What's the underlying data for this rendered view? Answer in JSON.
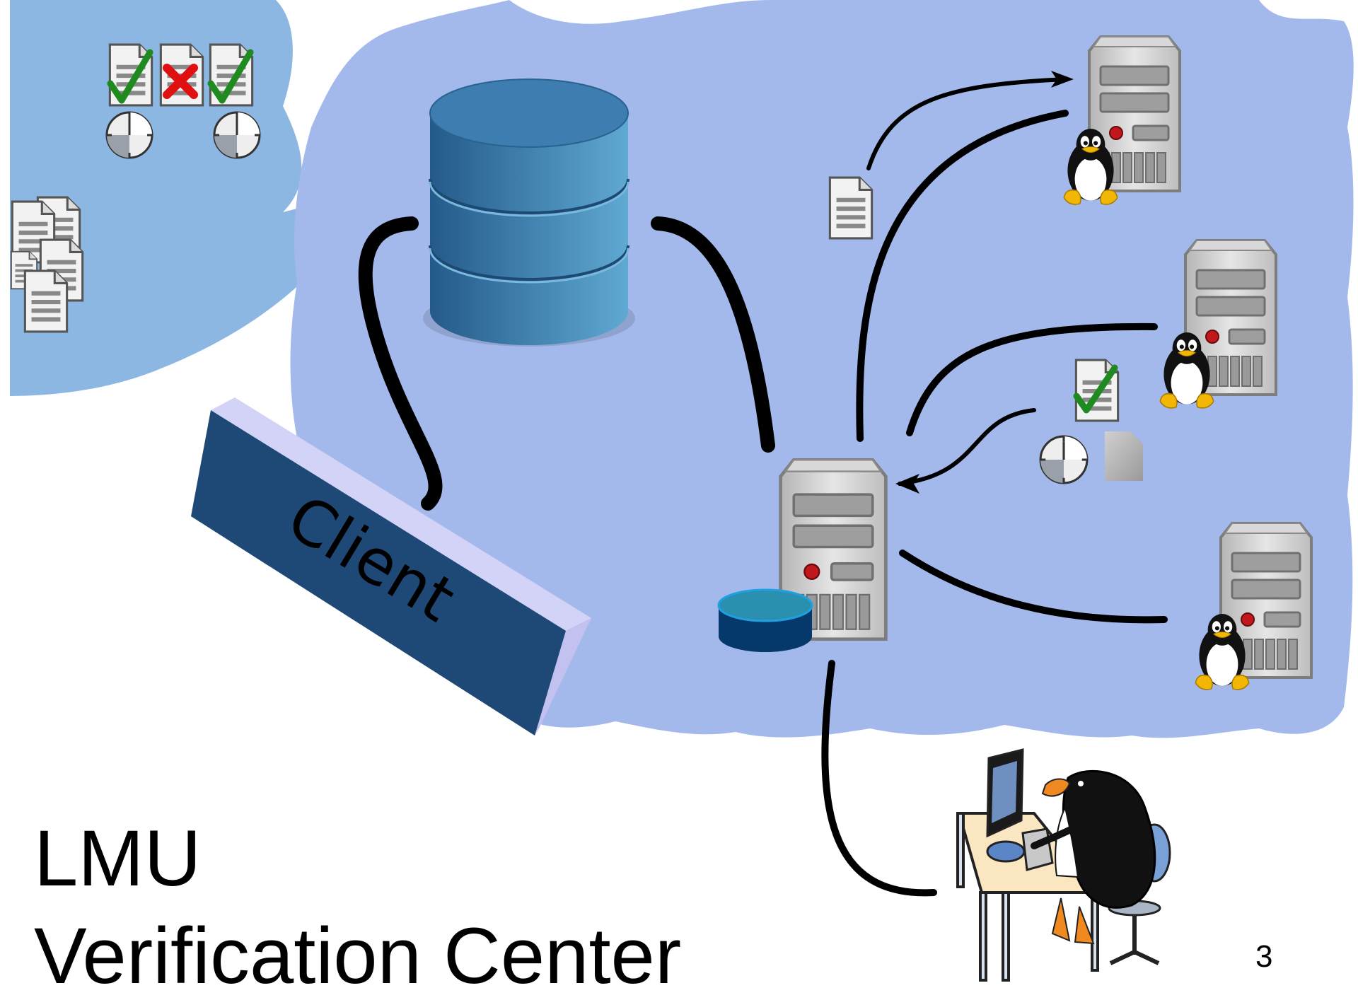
{
  "client_label": "Client",
  "title": {
    "line1": "LMU",
    "line2": "Verification Center"
  },
  "page_number": "3",
  "colors": {
    "cloud_main": "#a4b9eb",
    "cloud_left": "#8db7e3",
    "database": "#3b7cae",
    "client_panel": "#1e4976",
    "server_body": "#c4c4c4",
    "check": "#1f8a1f",
    "cross": "#e01010"
  },
  "icons": [
    "database-icon",
    "client-panel",
    "server-icon",
    "linux-penguin-icon",
    "document-icon",
    "check-icon",
    "cross-icon",
    "clock-icon",
    "small-database-icon",
    "penguin-at-computer-illustration"
  ]
}
